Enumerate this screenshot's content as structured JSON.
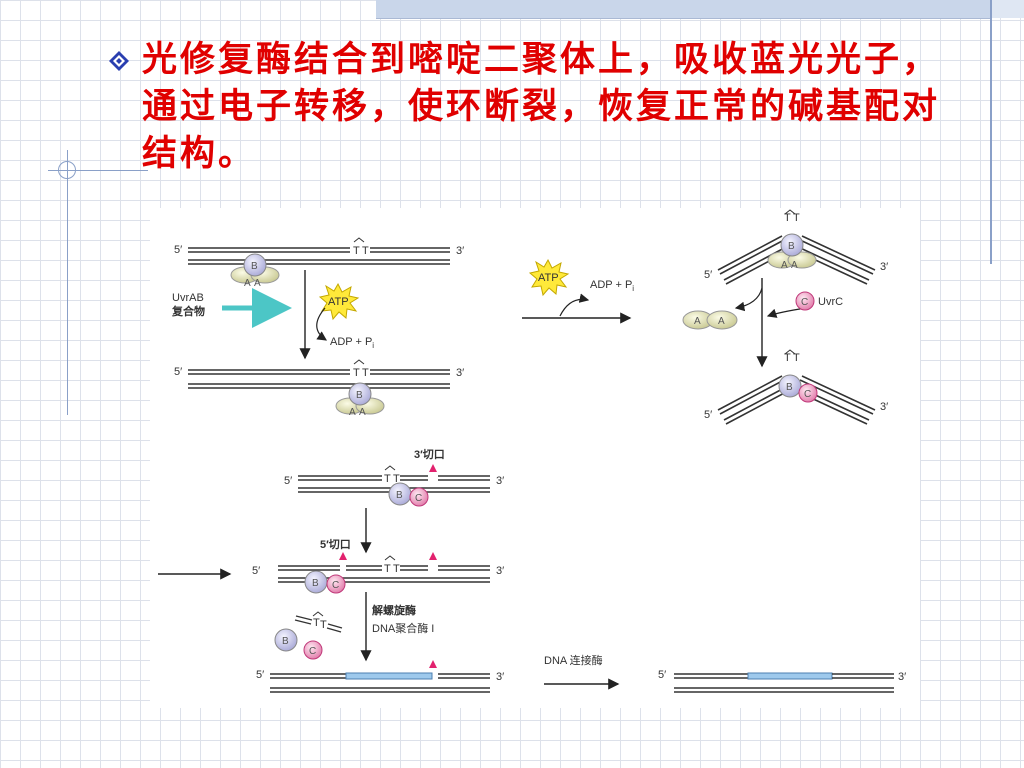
{
  "slide": {
    "title_text": "光修复酶结合到嘧啶二聚体上，吸收蓝光光子，通过电子转移，使环断裂，恢复正常的碱基配对结构。"
  },
  "diagram": {
    "prime5": "5′",
    "prime3": "3′",
    "thymine": "T",
    "protein_b": "B",
    "protein_a": "A",
    "protein_c": "C",
    "atp": "ATP",
    "adp_pi": "ADP + P",
    "adp_pi_sub": "i",
    "uvrab_label": "UvrAB",
    "complex_label": "复合物",
    "uvrc_label": "UvrC",
    "cut3_label": "3′切口",
    "cut5_label": "5′切口",
    "helicase_label": "解螺旋酶",
    "polymerase_label": "DNA聚合酶 I",
    "ligase_label": "DNA 连接酶"
  }
}
